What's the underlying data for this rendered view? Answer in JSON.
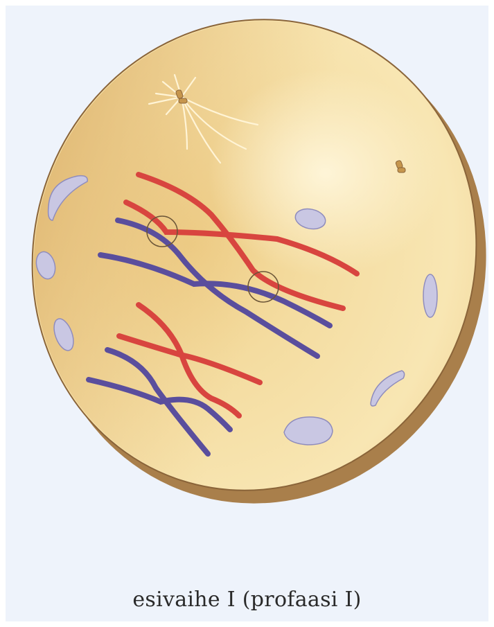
{
  "caption": "esivaihe I (profaasi I)",
  "colors": {
    "background": "#eef3fb",
    "cell_light": "#f9e7b0",
    "cell_mid": "#efce87",
    "cell_dark": "#dcb06a",
    "cell_rim": "#a87f4c",
    "cell_outline": "#7d5a33",
    "chromosome_paternal": "#d7453f",
    "chromosome_maternal": "#5b4f9c",
    "vesicle": "#c7c6e2",
    "centrosome": "#b98b45",
    "spindle_rays": "#fff5d8"
  },
  "icons": [
    "centrosome-icon",
    "chiasma-marker",
    "nuclear-envelope-fragment"
  ]
}
